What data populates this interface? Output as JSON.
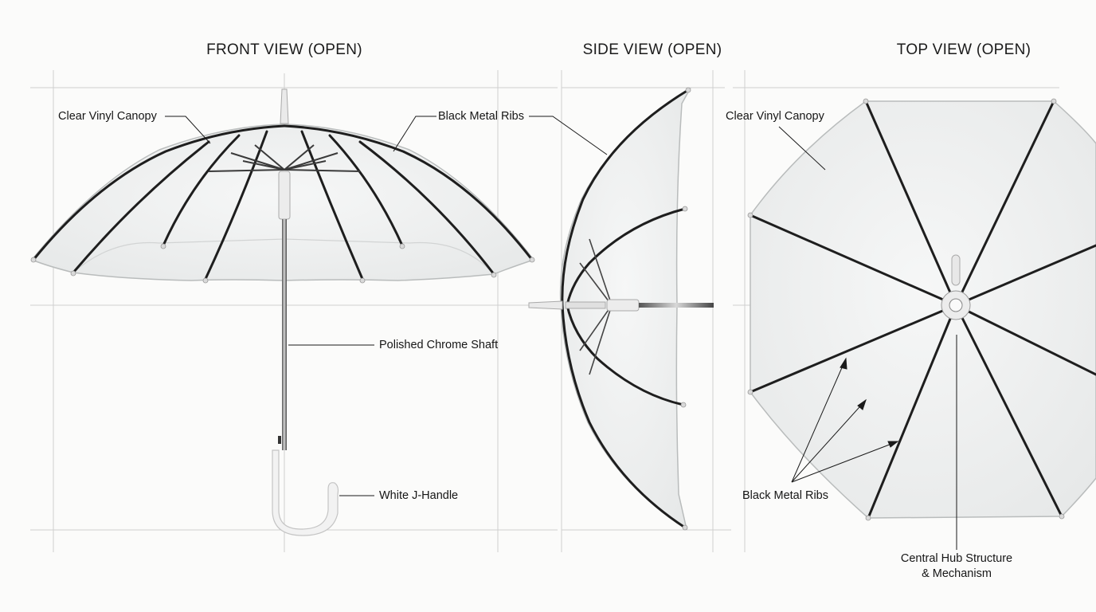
{
  "views": {
    "front": {
      "title": "FRONT VIEW (OPEN)"
    },
    "side": {
      "title": "SIDE VIEW (OPEN)"
    },
    "top": {
      "title": "TOP VIEW (OPEN)"
    }
  },
  "callouts": {
    "front_canopy": "Clear Vinyl Canopy",
    "front_ribs": "Black Metal Ribs",
    "shaft": "Polished Chrome Shaft",
    "handle": "White J-Handle",
    "top_canopy": "Clear Vinyl Canopy",
    "top_ribs": "Black Metal Ribs",
    "hub_line1": "Central Hub Structure",
    "hub_line2": "& Mechanism"
  },
  "colors": {
    "background": "#fbfbfa",
    "rib": "#1e1e1e",
    "canopy_edge": "#b9bcbc",
    "grid": "#cfcfcf",
    "handle": "#f2f2f2"
  }
}
